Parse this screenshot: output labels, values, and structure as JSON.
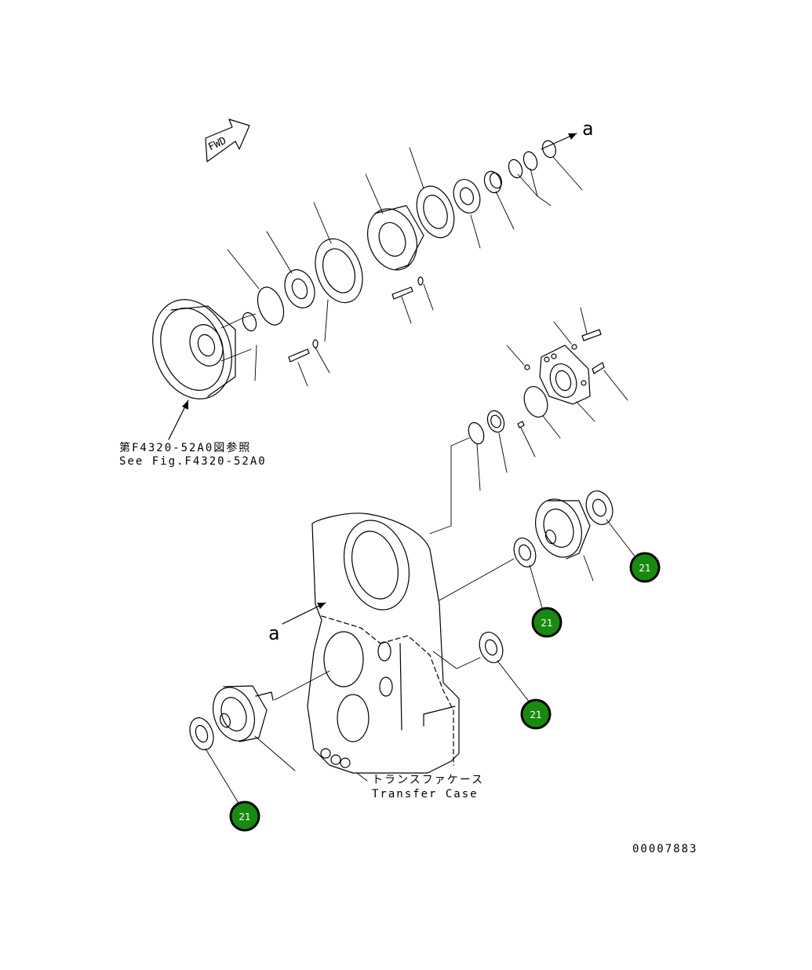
{
  "labels": {
    "fwd": "FWD",
    "view_ref": "a",
    "see_fig_jp": "第F4320-52A0図参照",
    "see_fig_en": "See Fig.F4320-52A0",
    "case_jp": "トランスファケース",
    "case_en": "Transfer Case",
    "drawing_id": "00007883"
  },
  "callouts": [
    {
      "id": "callout-1",
      "label": "21"
    },
    {
      "id": "callout-2",
      "label": "21"
    },
    {
      "id": "callout-3",
      "label": "21"
    },
    {
      "id": "callout-4",
      "label": "21"
    }
  ],
  "colors": {
    "callout_fill": "#198a10",
    "callout_text": "#ffffff",
    "line": "#000000"
  }
}
